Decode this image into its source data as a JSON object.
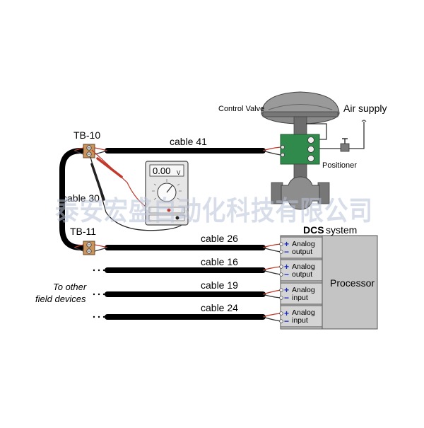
{
  "terminal_blocks": {
    "tb10": "TB-10",
    "tb11": "TB-11"
  },
  "cables": {
    "c41": "cable 41",
    "c30": "cable 30",
    "c26": "cable 26",
    "c16": "cable 16",
    "c19": "cable 19",
    "c24": "cable 24"
  },
  "field": {
    "control_valve": "Control Valve",
    "air_supply": "Air supply",
    "positioner": "Positioner"
  },
  "multimeter": {
    "display": "0.00",
    "unit": "V"
  },
  "other_devices": {
    "line1": "To other",
    "line2": "field devices"
  },
  "dcs": {
    "title_bold": "DCS",
    "title_rest": "system",
    "processor": "Processor",
    "modules": [
      {
        "line1": "Analog",
        "line2": "output"
      },
      {
        "line1": "Analog",
        "line2": "output"
      },
      {
        "line1": "Analog",
        "line2": "input"
      },
      {
        "line1": "Analog",
        "line2": "input"
      }
    ],
    "plus": "+",
    "minus": "−"
  },
  "watermark": "泰安宏盛自动化科技有限公司"
}
